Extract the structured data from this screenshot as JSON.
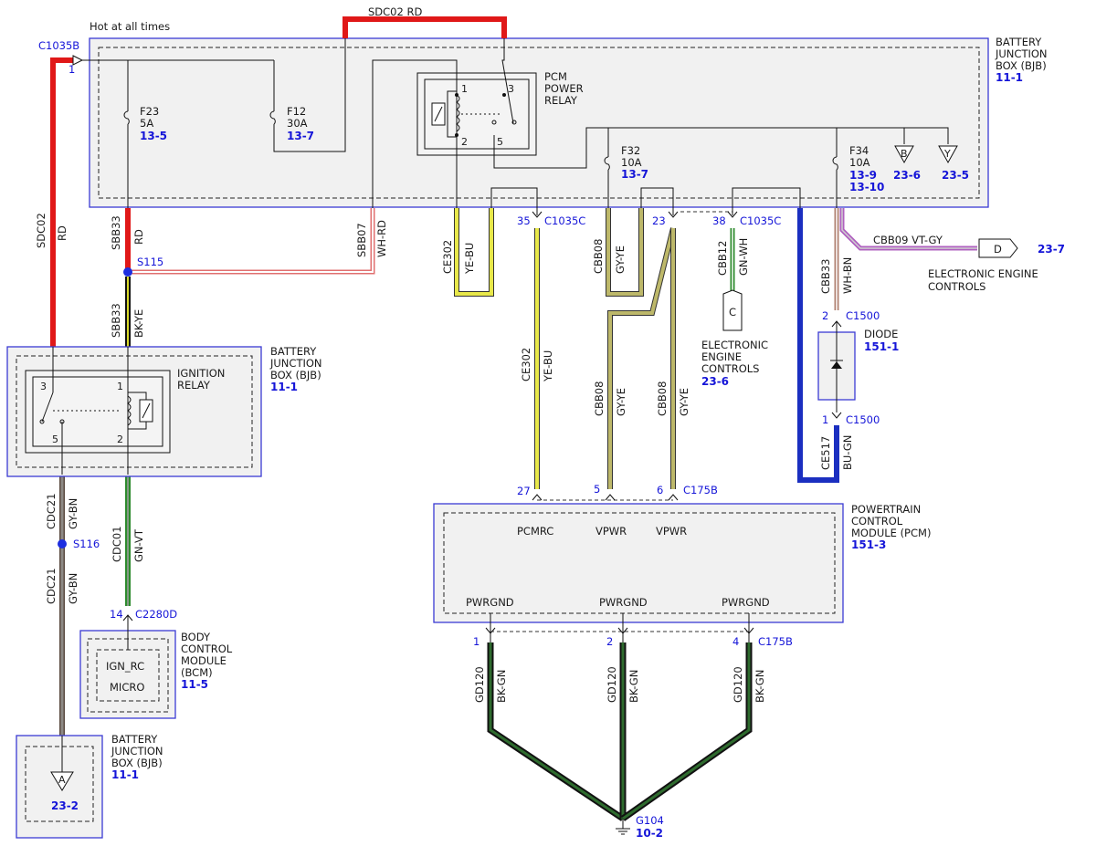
{
  "header": {
    "hot_label": "Hot at all times",
    "sdc02_top": "SDC02  RD"
  },
  "bjb_top": {
    "title": [
      "BATTERY",
      "JUNCTION",
      "BOX (BJB)"
    ],
    "ref": "11-1",
    "connector": "C1035B",
    "pin": "1",
    "f23": [
      "F23",
      "5A"
    ],
    "f23_ref": "13-5",
    "f12": [
      "F12",
      "30A"
    ],
    "f12_ref": "13-7",
    "f32": [
      "F32",
      "10A"
    ],
    "f32_ref": "13-7",
    "f34": [
      "F34",
      "10A"
    ],
    "f34_ref_1": "13-9",
    "f34_ref_2": "13-10",
    "pcm_relay": [
      "PCM",
      "POWER",
      "RELAY"
    ],
    "relay_pins": [
      "1",
      "3",
      "2",
      "5"
    ],
    "off_page_b": "B",
    "off_page_b_ref": "23-6",
    "off_page_y": "Y",
    "off_page_y_ref": "23-5"
  },
  "wires": {
    "sdc02": [
      "SDC02",
      "RD"
    ],
    "sbb33_rd": [
      "SBB33",
      "RD"
    ],
    "sbb07": [
      "SBB07",
      "WH-RD"
    ],
    "ce302_top": [
      "CE302",
      "YE-BU"
    ],
    "cbb08_top": [
      "CBB08",
      "GY-YE"
    ],
    "cbb12": [
      "CBB12",
      "GN-WH"
    ],
    "cbb33_wh": [
      "CBB33",
      "WH-BN"
    ],
    "cbb09": "CBB09  VT-GY",
    "sbb33_bk": [
      "SBB33",
      "BK-YE"
    ],
    "ce302_mid": [
      "CE302",
      "YE-BU"
    ],
    "cbb08_mid1": [
      "CBB08",
      "GY-YE"
    ],
    "cbb08_mid2": [
      "CBB08",
      "GY-YE"
    ],
    "ce517": [
      "CE517",
      "BU-GN"
    ],
    "cdc21_a": [
      "CDC21",
      "GY-BN"
    ],
    "cdc21_b": [
      "CDC21",
      "GY-BN"
    ],
    "cdc01": [
      "CDC01",
      "GN-VT"
    ],
    "gd120_1": [
      "GD120",
      "BK-GN"
    ],
    "gd120_2": [
      "GD120",
      "BK-GN"
    ],
    "gd120_3": [
      "GD120",
      "BK-GN"
    ]
  },
  "connectors": {
    "c1035c_35": [
      "35",
      "C1035C"
    ],
    "c1035c_23": "23",
    "c1035c_38": [
      "38",
      "C1035C"
    ],
    "c1500_top": [
      "2",
      "C1500"
    ],
    "c1500_bot": [
      "1",
      "C1500"
    ],
    "c175b_top": [
      "27",
      "5",
      "6",
      "C175B"
    ],
    "c175b_bot": [
      "1",
      "2",
      "4",
      "C175B"
    ],
    "c2280d": [
      "14",
      "C2280D"
    ]
  },
  "splices": {
    "s115": "S115",
    "s116": "S116"
  },
  "eec_c": {
    "letter": "C",
    "label": [
      "ELECTRONIC",
      "ENGINE",
      "CONTROLS"
    ],
    "ref": "23-6"
  },
  "eec_d": {
    "letter": "D",
    "ref": "23-7",
    "label": [
      "ELECTRONIC ENGINE",
      "CONTROLS"
    ]
  },
  "diode": {
    "label": "DIODE",
    "ref": "151-1"
  },
  "ignition": {
    "title": [
      "BATTERY",
      "JUNCTION",
      "BOX (BJB)"
    ],
    "ref": "11-1",
    "relay": [
      "IGNITION",
      "RELAY"
    ],
    "pins": [
      "3",
      "1",
      "5",
      "2"
    ]
  },
  "pcm": {
    "title": [
      "POWERTRAIN",
      "CONTROL",
      "MODULE (PCM)"
    ],
    "ref": "151-3",
    "pins_top": [
      "PCMRC",
      "VPWR",
      "VPWR"
    ],
    "pins_bot": [
      "PWRGND",
      "PWRGND",
      "PWRGND"
    ]
  },
  "bcm": {
    "title": [
      "BODY",
      "CONTROL",
      "MODULE",
      "(BCM)"
    ],
    "ref": "11-5",
    "ign": "IGN_RC",
    "micro": "MICRO"
  },
  "bjb_bottom": {
    "title": [
      "BATTERY",
      "JUNCTION",
      "BOX (BJB)"
    ],
    "ref": "11-1",
    "off_page": "A",
    "off_page_ref": "23-2"
  },
  "ground": {
    "name": "G104",
    "ref": "10-2"
  },
  "colors": {
    "rd": "#e01818",
    "ye": "#d9d92a",
    "gy": "#8c8c7a",
    "gn": "#2e8b2e",
    "bu": "#1b2fc0",
    "bk": "#111111",
    "wh": "#ffffff",
    "bn": "#8b5a3a",
    "vt": "#b060c0",
    "box_border": "#3b3bd4"
  }
}
